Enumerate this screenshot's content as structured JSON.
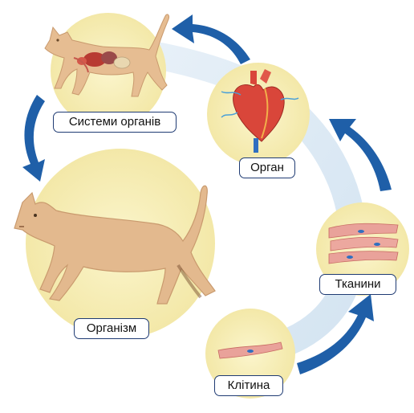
{
  "levels": [
    {
      "key": "cell",
      "label": "Клітина"
    },
    {
      "key": "tissues",
      "label": "Тканини"
    },
    {
      "key": "organ",
      "label": "Орган"
    },
    {
      "key": "organ_systems",
      "label": "Системи органів"
    },
    {
      "key": "organism",
      "label": "Організм"
    }
  ],
  "colors": {
    "circle_fill": "#f6eeb6",
    "label_border": "#1f3b73",
    "arrow": "#1f5fa8",
    "band": "#d6e6f2",
    "cat_body": "#e3b98e",
    "muscle": "#e9a29a",
    "heart": "#d9463a",
    "vessel_blue": "#2f6fc0"
  },
  "icons": [
    "cat-organism-illustration",
    "cat-organ-systems-illustration",
    "heart-icon",
    "muscle-tissue-icon",
    "muscle-cell-icon",
    "cycle-arrow-icon"
  ]
}
